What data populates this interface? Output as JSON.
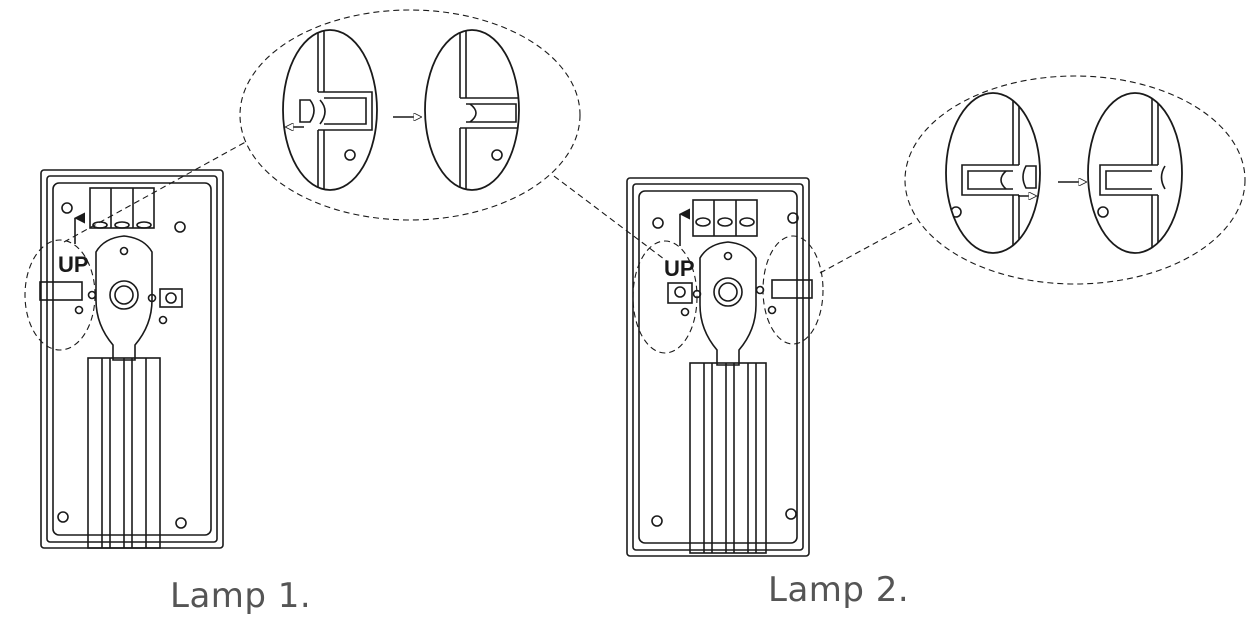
{
  "diagram": {
    "captions": [
      "Lamp 1.",
      "Lamp 2."
    ],
    "markings": {
      "up_label": "UP"
    },
    "colors": {
      "line": "#1a1a1a",
      "caption": "#555555",
      "background": "#ffffff"
    }
  }
}
